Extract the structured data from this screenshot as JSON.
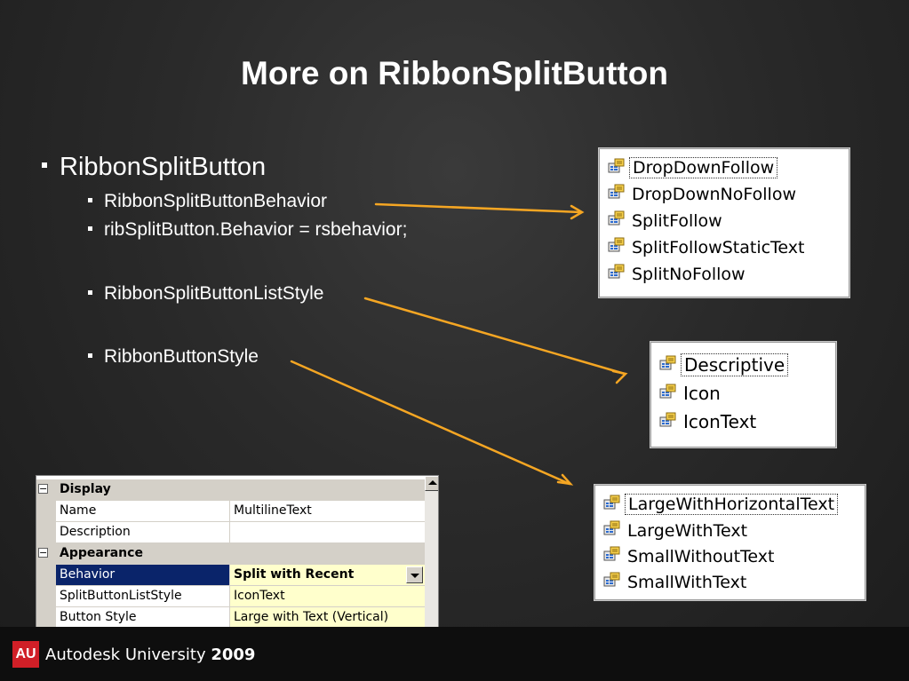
{
  "slide": {
    "title": "More on RibbonSplitButton",
    "bullets": {
      "main": "RibbonSplitButton",
      "behavior": "RibbonSplitButtonBehavior",
      "code": "ribSplitButton.Behavior = rsbehavior;",
      "list_style": "RibbonSplitButtonListStyle",
      "button_style": "RibbonButtonStyle"
    }
  },
  "behavior_list": [
    "DropDownFollow",
    "DropDownNoFollow",
    "SplitFollow",
    "SplitFollowStaticText",
    "SplitNoFollow"
  ],
  "list_style_list": [
    "Descriptive",
    "Icon",
    "IconText"
  ],
  "button_style_list": [
    "LargeWithHorizontalText",
    "LargeWithText",
    "SmallWithoutText",
    "SmallWithText"
  ],
  "property_grid": {
    "categories": {
      "display": "Display",
      "appearance": "Appearance"
    },
    "rows": {
      "name": {
        "label": "Name",
        "value": "MultilineText"
      },
      "description": {
        "label": "Description",
        "value": ""
      },
      "behavior": {
        "label": "Behavior",
        "value": "Split with Recent"
      },
      "split_list_style": {
        "label": "SplitButtonListStyle",
        "value": "IconText"
      },
      "button_style": {
        "label": "Button Style",
        "value": "Large with Text (Vertical)"
      }
    }
  },
  "footer": {
    "logo": "AU",
    "brand": "Autodesk University",
    "year": "2009"
  },
  "colors": {
    "arrow": "#f5a623",
    "logo_red": "#d01f27",
    "selection_blue": "#0a246a",
    "value_highlight": "#ffffcc"
  }
}
